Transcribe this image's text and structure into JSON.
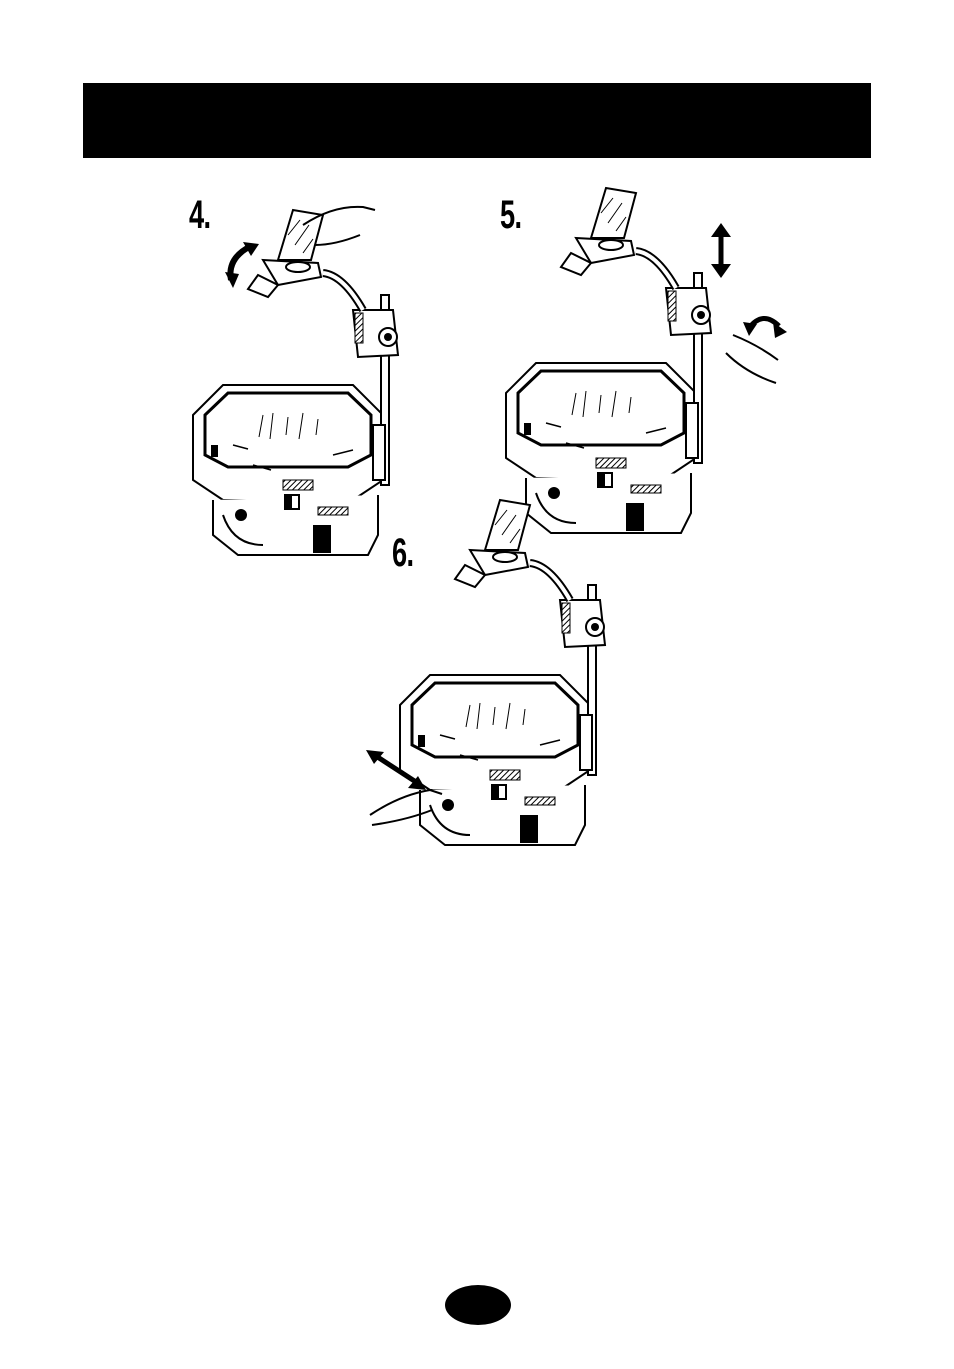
{
  "header": {
    "title": ""
  },
  "steps": [
    {
      "number": "4.",
      "illustration": "projector-head-tilt",
      "gesture": "rotate-arrow-icon"
    },
    {
      "number": "5.",
      "illustration": "projector-height-knob",
      "gesture": "vertical-arrow-icon"
    },
    {
      "number": "6.",
      "illustration": "projector-focus-slide",
      "gesture": "diagonal-arrow-icon"
    }
  ],
  "page_badge": {
    "number": ""
  },
  "colors": {
    "ink": "#000000",
    "paper": "#ffffff"
  }
}
